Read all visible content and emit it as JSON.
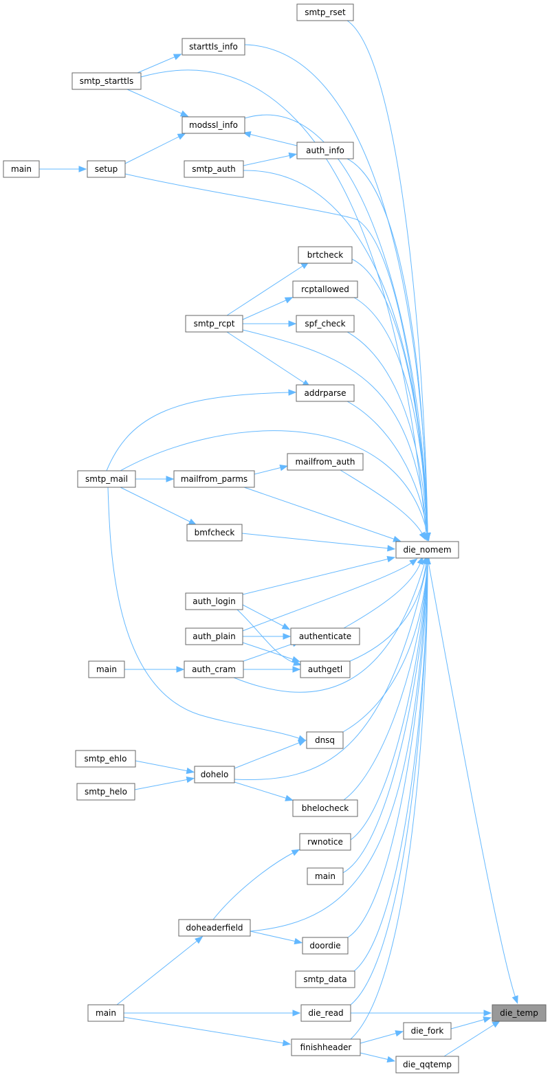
{
  "diagram": {
    "nodes": [
      {
        "id": "die_temp",
        "label": "die_temp",
        "highlight": true
      },
      {
        "id": "die_nomem",
        "label": "die_nomem"
      },
      {
        "id": "die_read",
        "label": "die_read"
      },
      {
        "id": "die_fork",
        "label": "die_fork"
      },
      {
        "id": "die_qqtemp",
        "label": "die_qqtemp"
      },
      {
        "id": "finishheader",
        "label": "finishheader"
      },
      {
        "id": "main_a",
        "label": "main"
      },
      {
        "id": "smtp_rset",
        "label": "smtp_rset"
      },
      {
        "id": "starttls_info",
        "label": "starttls_info"
      },
      {
        "id": "smtp_starttls",
        "label": "smtp_starttls"
      },
      {
        "id": "modssl_info",
        "label": "modssl_info"
      },
      {
        "id": "auth_info",
        "label": "auth_info"
      },
      {
        "id": "smtp_auth",
        "label": "smtp_auth"
      },
      {
        "id": "setup",
        "label": "setup"
      },
      {
        "id": "main_setup",
        "label": "main"
      },
      {
        "id": "brtcheck",
        "label": "brtcheck"
      },
      {
        "id": "rcptallowed",
        "label": "rcptallowed"
      },
      {
        "id": "spf_check",
        "label": "spf_check"
      },
      {
        "id": "smtp_rcpt",
        "label": "smtp_rcpt"
      },
      {
        "id": "addrparse",
        "label": "addrparse"
      },
      {
        "id": "mailfrom_auth",
        "label": "mailfrom_auth"
      },
      {
        "id": "mailfrom_parms",
        "label": "mailfrom_parms"
      },
      {
        "id": "smtp_mail",
        "label": "smtp_mail"
      },
      {
        "id": "bmfcheck",
        "label": "bmfcheck"
      },
      {
        "id": "auth_login",
        "label": "auth_login"
      },
      {
        "id": "auth_plain",
        "label": "auth_plain"
      },
      {
        "id": "authenticate",
        "label": "authenticate"
      },
      {
        "id": "authgetl",
        "label": "authgetl"
      },
      {
        "id": "auth_cram",
        "label": "auth_cram"
      },
      {
        "id": "main_cram",
        "label": "main"
      },
      {
        "id": "dnsq",
        "label": "dnsq"
      },
      {
        "id": "smtp_ehlo",
        "label": "smtp_ehlo"
      },
      {
        "id": "dohelo",
        "label": "dohelo"
      },
      {
        "id": "smtp_helo",
        "label": "smtp_helo"
      },
      {
        "id": "bhelocheck",
        "label": "bhelocheck"
      },
      {
        "id": "rwnotice",
        "label": "rwnotice"
      },
      {
        "id": "main_nomem",
        "label": "main"
      },
      {
        "id": "doheaderfield",
        "label": "doheaderfield"
      },
      {
        "id": "doordie",
        "label": "doordie"
      },
      {
        "id": "smtp_data",
        "label": "smtp_data"
      }
    ],
    "edges": [
      [
        "die_nomem",
        "die_temp"
      ],
      [
        "die_read",
        "die_temp"
      ],
      [
        "die_fork",
        "die_temp"
      ],
      [
        "die_qqtemp",
        "die_temp"
      ],
      [
        "finishheader",
        "die_fork"
      ],
      [
        "finishheader",
        "die_qqtemp"
      ],
      [
        "main_a",
        "die_read"
      ],
      [
        "main_a",
        "finishheader"
      ],
      [
        "smtp_rset",
        "die_nomem"
      ],
      [
        "starttls_info",
        "die_nomem"
      ],
      [
        "smtp_starttls",
        "die_nomem"
      ],
      [
        "smtp_starttls",
        "starttls_info"
      ],
      [
        "smtp_starttls",
        "modssl_info"
      ],
      [
        "modssl_info",
        "die_nomem"
      ],
      [
        "auth_info",
        "die_nomem"
      ],
      [
        "auth_info",
        "modssl_info"
      ],
      [
        "smtp_auth",
        "die_nomem"
      ],
      [
        "smtp_auth",
        "auth_info"
      ],
      [
        "setup",
        "die_nomem"
      ],
      [
        "setup",
        "modssl_info"
      ],
      [
        "main_setup",
        "setup"
      ],
      [
        "brtcheck",
        "die_nomem"
      ],
      [
        "rcptallowed",
        "die_nomem"
      ],
      [
        "spf_check",
        "die_nomem"
      ],
      [
        "smtp_rcpt",
        "die_nomem"
      ],
      [
        "smtp_rcpt",
        "brtcheck"
      ],
      [
        "smtp_rcpt",
        "rcptallowed"
      ],
      [
        "smtp_rcpt",
        "spf_check"
      ],
      [
        "smtp_rcpt",
        "addrparse"
      ],
      [
        "addrparse",
        "die_nomem"
      ],
      [
        "smtp_mail",
        "addrparse"
      ],
      [
        "smtp_mail",
        "die_nomem"
      ],
      [
        "smtp_mail",
        "mailfrom_parms"
      ],
      [
        "smtp_mail",
        "bmfcheck"
      ],
      [
        "smtp_mail",
        "dnsq"
      ],
      [
        "mailfrom_auth",
        "die_nomem"
      ],
      [
        "mailfrom_parms",
        "die_nomem"
      ],
      [
        "mailfrom_parms",
        "mailfrom_auth"
      ],
      [
        "bmfcheck",
        "die_nomem"
      ],
      [
        "auth_login",
        "die_nomem"
      ],
      [
        "auth_login",
        "authenticate"
      ],
      [
        "auth_login",
        "authgetl"
      ],
      [
        "auth_plain",
        "die_nomem"
      ],
      [
        "auth_plain",
        "authenticate"
      ],
      [
        "auth_plain",
        "authgetl"
      ],
      [
        "authenticate",
        "die_nomem"
      ],
      [
        "authgetl",
        "die_nomem"
      ],
      [
        "auth_cram",
        "die_nomem"
      ],
      [
        "auth_cram",
        "authenticate"
      ],
      [
        "auth_cram",
        "authgetl"
      ],
      [
        "main_cram",
        "auth_cram"
      ],
      [
        "dnsq",
        "die_nomem"
      ],
      [
        "smtp_ehlo",
        "dohelo"
      ],
      [
        "smtp_helo",
        "dohelo"
      ],
      [
        "dohelo",
        "die_nomem"
      ],
      [
        "dohelo",
        "dnsq"
      ],
      [
        "dohelo",
        "bhelocheck"
      ],
      [
        "bhelocheck",
        "die_nomem"
      ],
      [
        "rwnotice",
        "die_nomem"
      ],
      [
        "main_nomem",
        "die_nomem"
      ],
      [
        "doheaderfield",
        "die_nomem"
      ],
      [
        "doheaderfield",
        "rwnotice"
      ],
      [
        "doheaderfield",
        "doordie"
      ],
      [
        "main_a",
        "doheaderfield"
      ],
      [
        "doordie",
        "die_nomem"
      ],
      [
        "smtp_data",
        "die_nomem"
      ],
      [
        "die_read",
        "die_nomem"
      ],
      [
        "finishheader",
        "die_nomem"
      ]
    ],
    "colors": {
      "edge": "#63b8ff",
      "node_border": "#666666",
      "node_fill": "#ffffff",
      "highlight_fill": "#999999"
    }
  }
}
